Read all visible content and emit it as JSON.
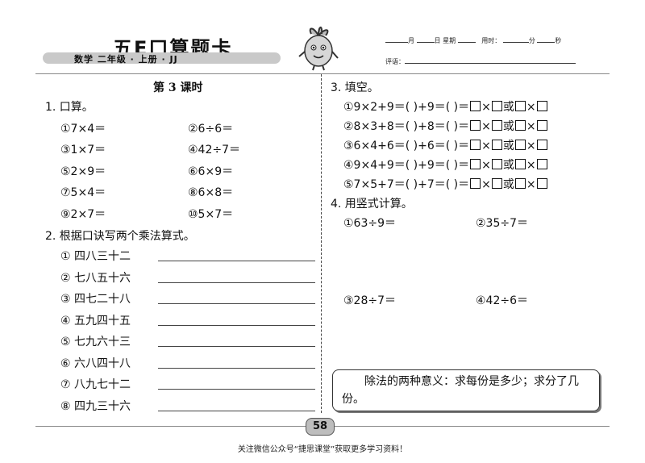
{
  "header": {
    "brand": "五E口算题卡",
    "subtitle": "数学   二年级 · 上册 · JJ",
    "date_labels": [
      "月",
      "日  星期",
      "用时：",
      "分",
      "秒"
    ],
    "comment_label": "评语："
  },
  "lesson_title": "第 3 课时",
  "section1": {
    "title": "1.  口算。",
    "problems": [
      "①7×4＝",
      "②6÷6＝",
      "③1×7＝",
      "④42÷7＝",
      "⑤2×9＝",
      "⑥6×9＝",
      "⑦5×4＝",
      "⑧6×8＝",
      "⑨2×7＝",
      "⑩5×7＝"
    ]
  },
  "section2": {
    "title": "2.  根据口诀写两个乘法算式。",
    "items": [
      "①  四八三十二",
      "②  七八五十六",
      "③  四七二十八",
      "④  五九四十五",
      "⑤  七九六十三",
      "⑥  六八四十八",
      "⑦  八九七十二",
      "⑧  四九三十六"
    ]
  },
  "section3": {
    "title": "3.  填空。",
    "rows": [
      {
        "left": "①9×2+9＝(     )+9＝(     )＝",
        "mid": "或"
      },
      {
        "left": "②8×3+8＝(     )+8＝(     )＝",
        "mid": "或"
      },
      {
        "left": "③6×4+6＝(     )+6＝(     )＝",
        "mid": "或"
      },
      {
        "left": "④9×4+9＝(     )+9＝(     )＝",
        "mid": "或"
      },
      {
        "left": "⑤7×5+7＝(     )+7＝(     )＝",
        "mid": "或"
      }
    ],
    "times": "×"
  },
  "section4": {
    "title": "4.  用竖式计算。",
    "problems": [
      "①63÷9＝",
      "②35÷7＝",
      "③28÷7＝",
      "④42÷6＝"
    ]
  },
  "tip": "除法的两种意义：求每份是多少；求分了几份。",
  "page_number": "58",
  "footer": "关注微信公众号“捷思课堂”获取更多学习资料！"
}
